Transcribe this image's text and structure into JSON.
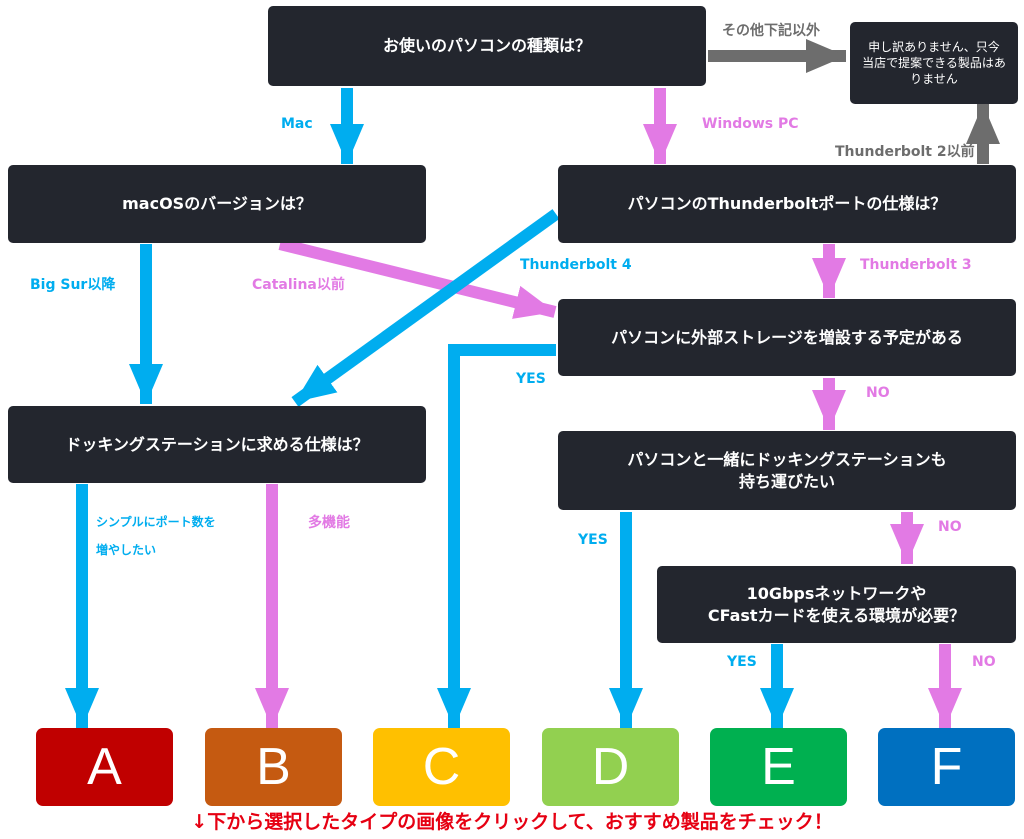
{
  "nodes": {
    "q_pc_type": "お使いのパソコンの種類は？",
    "sorry": "申し訳ありません、只今\n当店で提案できる製品はあ\nりません",
    "q_macos": "macOSのバージョンは？",
    "q_tb_port": "パソコンのThunderboltポートの仕様は？",
    "q_storage": "パソコンに外部ストレージを増設する予定がある",
    "q_dock_spec": "ドッキングステーションに求める仕様は？",
    "q_carry": "パソコンと一緒にドッキングステーションも\n持ち運びたい",
    "q_network": "10Gbpsネットワークや\nCFastカードを使える環境が必要？"
  },
  "labels": {
    "other": "その他下記以外",
    "mac": "Mac",
    "windows": "Windows PC",
    "tb2": "Thunderbolt 2以前",
    "big_sur": "Big Sur以降",
    "catalina": "Catalina以前",
    "tb4": "Thunderbolt 4",
    "tb3": "Thunderbolt 3",
    "yes_storage": "YES",
    "no_storage": "NO",
    "simple": "シンプルにポート数を\n増やしたい",
    "multi": "多機能",
    "yes_carry": "YES",
    "no_carry": "NO",
    "yes_network": "YES",
    "no_network": "NO"
  },
  "results": [
    {
      "letter": "A",
      "color": "#c00000"
    },
    {
      "letter": "B",
      "color": "#c55a11"
    },
    {
      "letter": "C",
      "color": "#ffc000"
    },
    {
      "letter": "D",
      "color": "#92d050"
    },
    {
      "letter": "E",
      "color": "#00b050"
    },
    {
      "letter": "F",
      "color": "#0070c0"
    }
  ],
  "colors": {
    "box": "#23262e",
    "blue_arrow": "#00adef",
    "pink_arrow": "#e27ae4",
    "gray_arrow": "#6d6d6d"
  },
  "footer": "↓下から選択したタイプの画像をクリックして、おすすめ製品をチェック！"
}
